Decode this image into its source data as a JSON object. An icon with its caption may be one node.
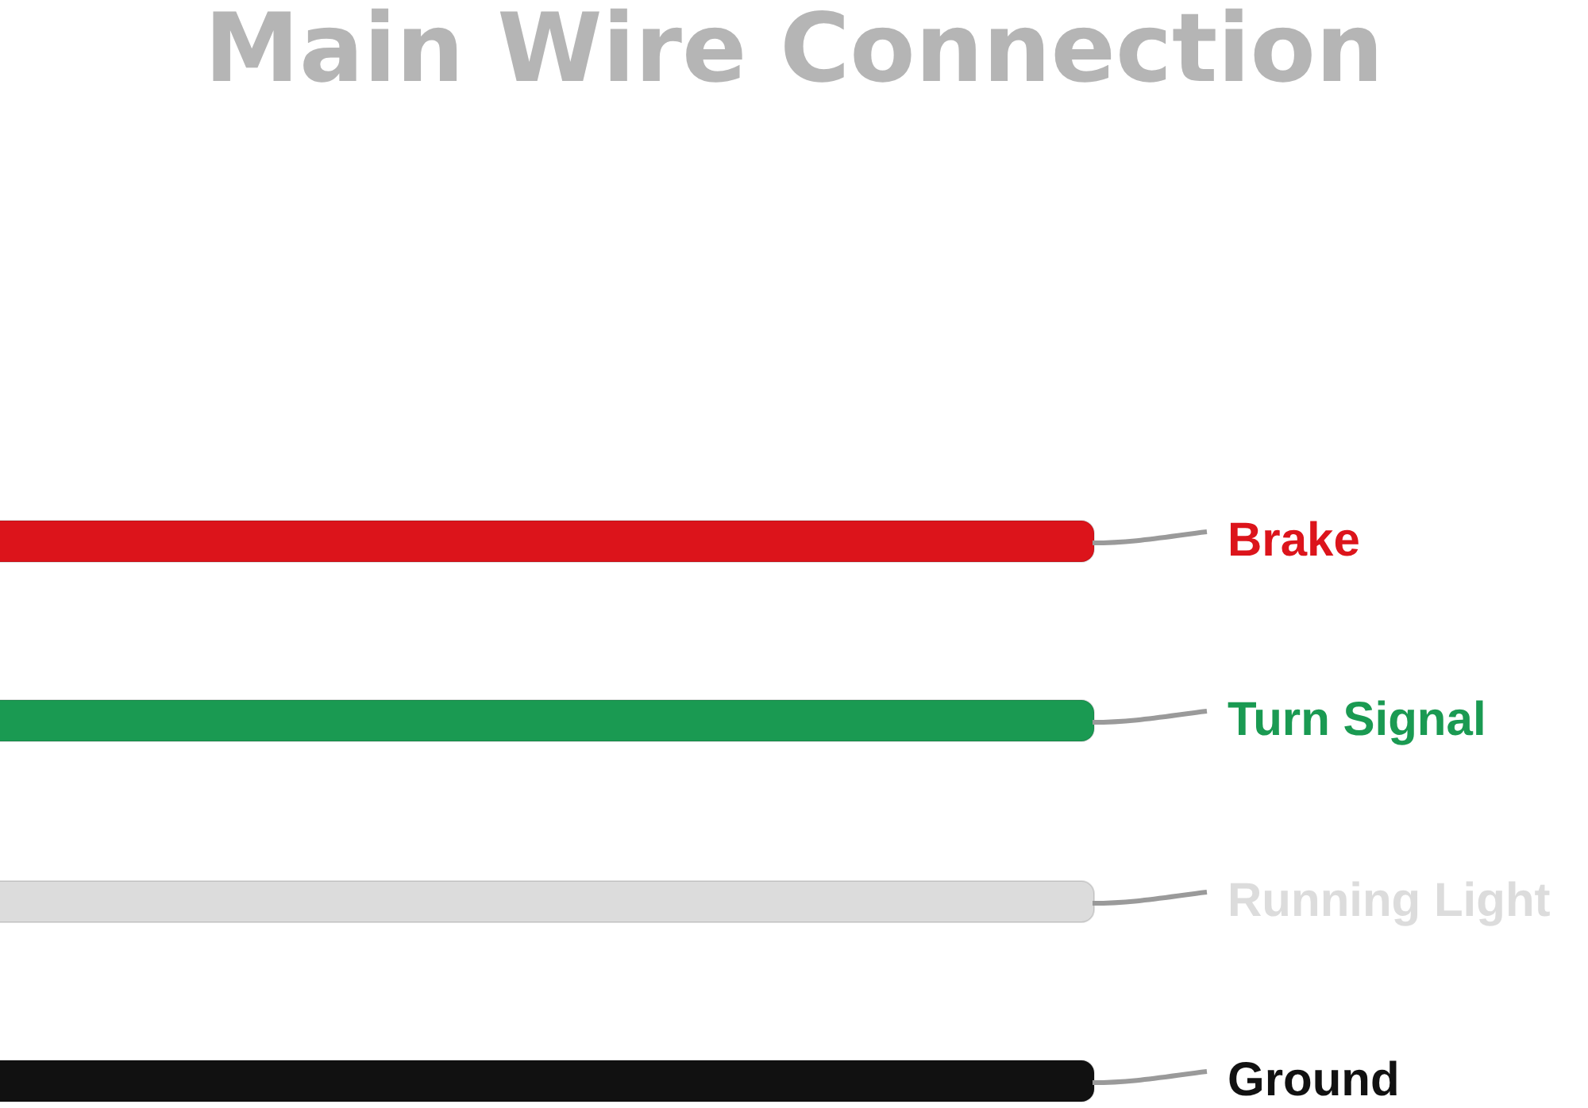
{
  "diagram": {
    "title": "Main Wire Connection",
    "legend": [
      {
        "text": "Brake",
        "color": "#dc141b"
      },
      {
        "text": "Turn Signal",
        "color": "#1a9a52"
      },
      {
        "text": "Running Light",
        "color": "#dcdcdc"
      },
      {
        "text": "Ground",
        "color": "#111111"
      }
    ]
  }
}
